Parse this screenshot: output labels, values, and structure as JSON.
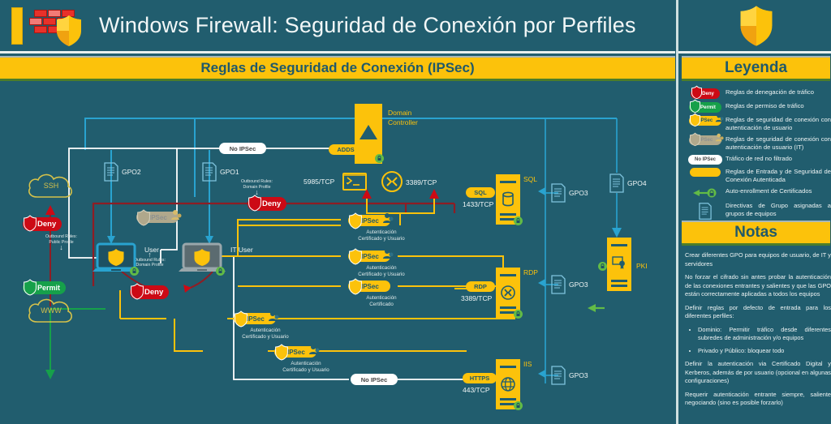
{
  "header": {
    "title": "Windows Firewall: Seguridad de Conexión por Perfiles",
    "subtitle": "Reglas de Seguridad de Conexión (IPSec)",
    "brick_icon": "firewall-brick-icon",
    "shield_icon": "shield-icon"
  },
  "right_panel": {
    "logo_icon": "shield-logo-icon",
    "legend_title": "Leyenda",
    "notas_title": "Notas",
    "legend": [
      {
        "icon": "deny-shield-icon",
        "chip": "Deny",
        "text": "Reglas de denegación de tráfico"
      },
      {
        "icon": "permit-shield-icon",
        "chip": "Permit",
        "text": "Reglas de permiso de tráfico"
      },
      {
        "icon": "ipsec-user-icon",
        "chip": "IPSec",
        "text": "Reglas de seguridad de conexión con autenticación de usuario"
      },
      {
        "icon": "ipsec-it-user-icon",
        "chip": "IPSec",
        "text": "Reglas de seguridad de conexión con autenticación de usuario (IT)"
      },
      {
        "icon": "no-ipsec-icon",
        "chip": "No IPSec",
        "text": "Tráfico de red no filtrado"
      },
      {
        "icon": "yellow-line-icon",
        "chip": "",
        "text": "Reglas de Entrada y de Seguridad de Conexión Autenticada"
      },
      {
        "icon": "green-arrow-lock-icon",
        "chip": "",
        "text": "Auto-enrollment de Certificados"
      },
      {
        "icon": "gpo-document-icon",
        "chip": "",
        "text": "Directivas de Grupo asignadas a grupos de equipos"
      }
    ],
    "notas": [
      "Crear diferentes GPO para equipos de usuario, de IT y servidores",
      "No forzar el cifrado sin antes probar la autenticación de las conexiones entrantes y salientes y que las GPO están correctamente aplicadas a todos los equipos",
      "Definir reglas por defecto de entrada para los diferentes perfiles:"
    ],
    "notas_bullets": [
      "Dominio: Permitir tráfico desde diferentes subredes de administración y/o equipos",
      "Privado y Público: bloquear todo"
    ],
    "notas_tail": [
      "Definir la autenticación via Certificado Digital y Kerberos, además de por usuario  (opcional en algunas configuraciones)",
      "Requerir autenticación entrante siempre, saliente negociando (sino es posible forzarlo)"
    ]
  },
  "diagram": {
    "clouds": [
      {
        "name": "ssh-cloud",
        "label": "SSH"
      },
      {
        "name": "www-cloud",
        "label": "WWW"
      }
    ],
    "gpos": [
      {
        "name": "gpo2",
        "label": "GPO2"
      },
      {
        "name": "gpo1",
        "label": "GPO1"
      },
      {
        "name": "gpo3-sql",
        "label": "GPO3"
      },
      {
        "name": "gpo3-rdp",
        "label": "GPO3"
      },
      {
        "name": "gpo3-iis",
        "label": "GPO3"
      },
      {
        "name": "gpo4-pki",
        "label": "GPO4"
      }
    ],
    "hosts": [
      {
        "name": "user-laptop",
        "label": "User"
      },
      {
        "name": "it-user-laptop",
        "label": "IT User"
      }
    ],
    "domain_controller": {
      "label_line1": "Domain",
      "label_line2": "Controller",
      "service": "ADDS"
    },
    "servers": [
      {
        "name": "sql-server",
        "title": "SQL",
        "port_chip": "SQL",
        "port": "1433/TCP",
        "glyph": "database-icon"
      },
      {
        "name": "rdp-server",
        "title": "RDP",
        "port_chip": "RDP",
        "port": "3389/TCP",
        "glyph": "rdp-icon"
      },
      {
        "name": "iis-server",
        "title": "IIS",
        "port_chip": "HTTPS",
        "port": "443/TCP",
        "glyph": "globe-icon"
      },
      {
        "name": "pki-server",
        "title": "PKI",
        "port_chip": "",
        "port": "",
        "glyph": "certificate-icon"
      }
    ],
    "ports_top": [
      {
        "name": "winrm-port",
        "label": "5985/TCP",
        "glyph": "terminal-icon"
      },
      {
        "name": "rdp-port",
        "label": "3389/TCP",
        "glyph": "rdp-icon"
      }
    ],
    "deny_pills": [
      {
        "name": "deny-ssh",
        "label": "Deny"
      },
      {
        "name": "deny-domain-profile",
        "label": "Deny"
      },
      {
        "name": "deny-user-laptop",
        "label": "Deny"
      }
    ],
    "permit_pills": [
      {
        "name": "permit-www",
        "label": "Permit"
      }
    ],
    "no_ipsec_pills": [
      {
        "name": "no-ipsec-adds",
        "label": "No IPSec"
      },
      {
        "name": "no-ipsec-https",
        "label": "No IPSec"
      }
    ],
    "ipsec_rules": [
      {
        "name": "ipsec-rule-1",
        "chip": "IPSec",
        "line1": "Autenticación",
        "line2": "Certificado y Usuario",
        "it": false
      },
      {
        "name": "ipsec-rule-2",
        "chip": "IPSec",
        "line1": "Autenticación",
        "line2": "Certificado y Usuario",
        "it": false
      },
      {
        "name": "ipsec-rule-3",
        "chip": "IPSec",
        "line1": "Autenticación",
        "line2": "Certificado",
        "it": false
      },
      {
        "name": "ipsec-rule-4",
        "chip": "IPSec",
        "line1": "Autenticación",
        "line2": "Certificado y Usuario",
        "it": false
      },
      {
        "name": "ipsec-rule-5",
        "chip": "IPSec",
        "line1": "Autenticación",
        "line2": "Certificado y Usuario",
        "it": false
      },
      {
        "name": "ipsec-rule-it",
        "chip": "IPSec",
        "line1": "",
        "line2": "",
        "it": true
      }
    ],
    "outbound_notes": [
      {
        "name": "outbound-public-profile",
        "line1": "Outbound Rules:",
        "line2": "Public Profile"
      },
      {
        "name": "outbound-domain-profile-user",
        "line1": "Outbound Rules:",
        "line2": "Domain Profile"
      },
      {
        "name": "outbound-domain-profile-it",
        "line1": "Outbound Rules:",
        "line2": "Domain Profile"
      }
    ]
  },
  "colors": {
    "bg": "#215d6e",
    "yellow": "#fcc20b",
    "deny_red": "#cc0a15",
    "permit_green": "#16a04a",
    "gpo_blue": "#29a3d0",
    "white_line": "#ffffff",
    "dark_red_line": "#8f1d24"
  }
}
